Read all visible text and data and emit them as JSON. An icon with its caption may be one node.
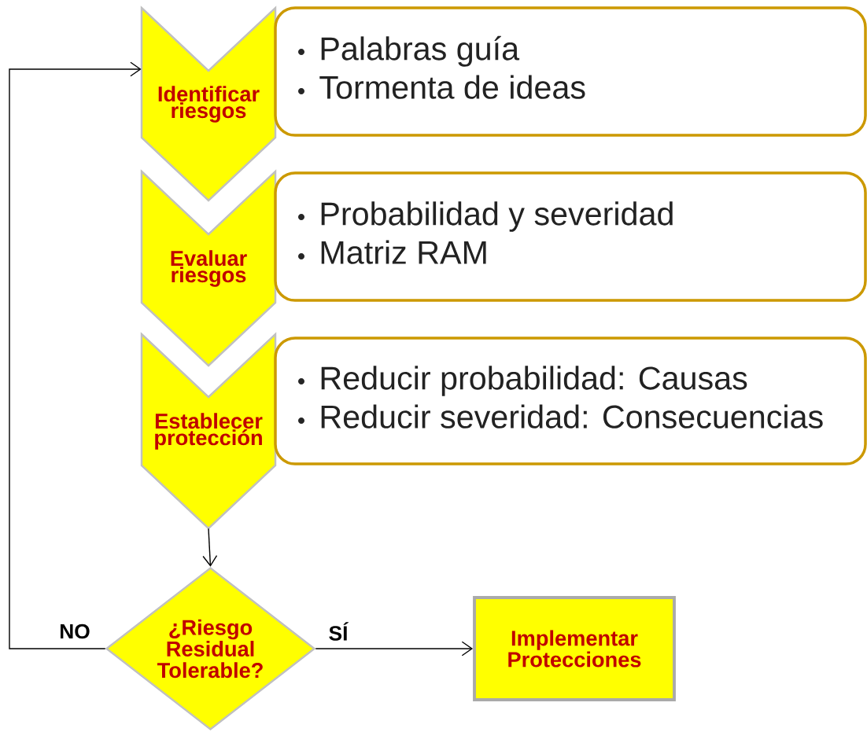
{
  "diagram": {
    "nodes": [
      {
        "text": [
          "Identificar riesgos"
        ]
      },
      {
        "text": [
          "Palabras guía",
          "Tormenta de ideas"
        ]
      },
      {
        "text": [
          "Evaluar riesgos"
        ]
      },
      {
        "text": [
          "Probabilidad y severidad",
          "Matriz RAM"
        ]
      },
      {
        "text": [
          "Establecer protección"
        ]
      },
      {
        "text": [
          "Reducir probabilidad: Causas",
          "Reducir severidad: Consecuencias"
        ]
      },
      {
        "text": [
          "¿Riesgo Residual Tolerable?"
        ]
      },
      {
        "text": [
          "Implementar Protecciones"
        ]
      }
    ],
    "edges": [
      {
        "from": 4,
        "to": 6,
        "arrow": "to"
      },
      {
        "from": 6,
        "to": 0,
        "arrow": "to",
        "label": "NO"
      },
      {
        "from": 6,
        "to": 7,
        "arrow": "to",
        "label": "SÍ"
      }
    ]
  }
}
